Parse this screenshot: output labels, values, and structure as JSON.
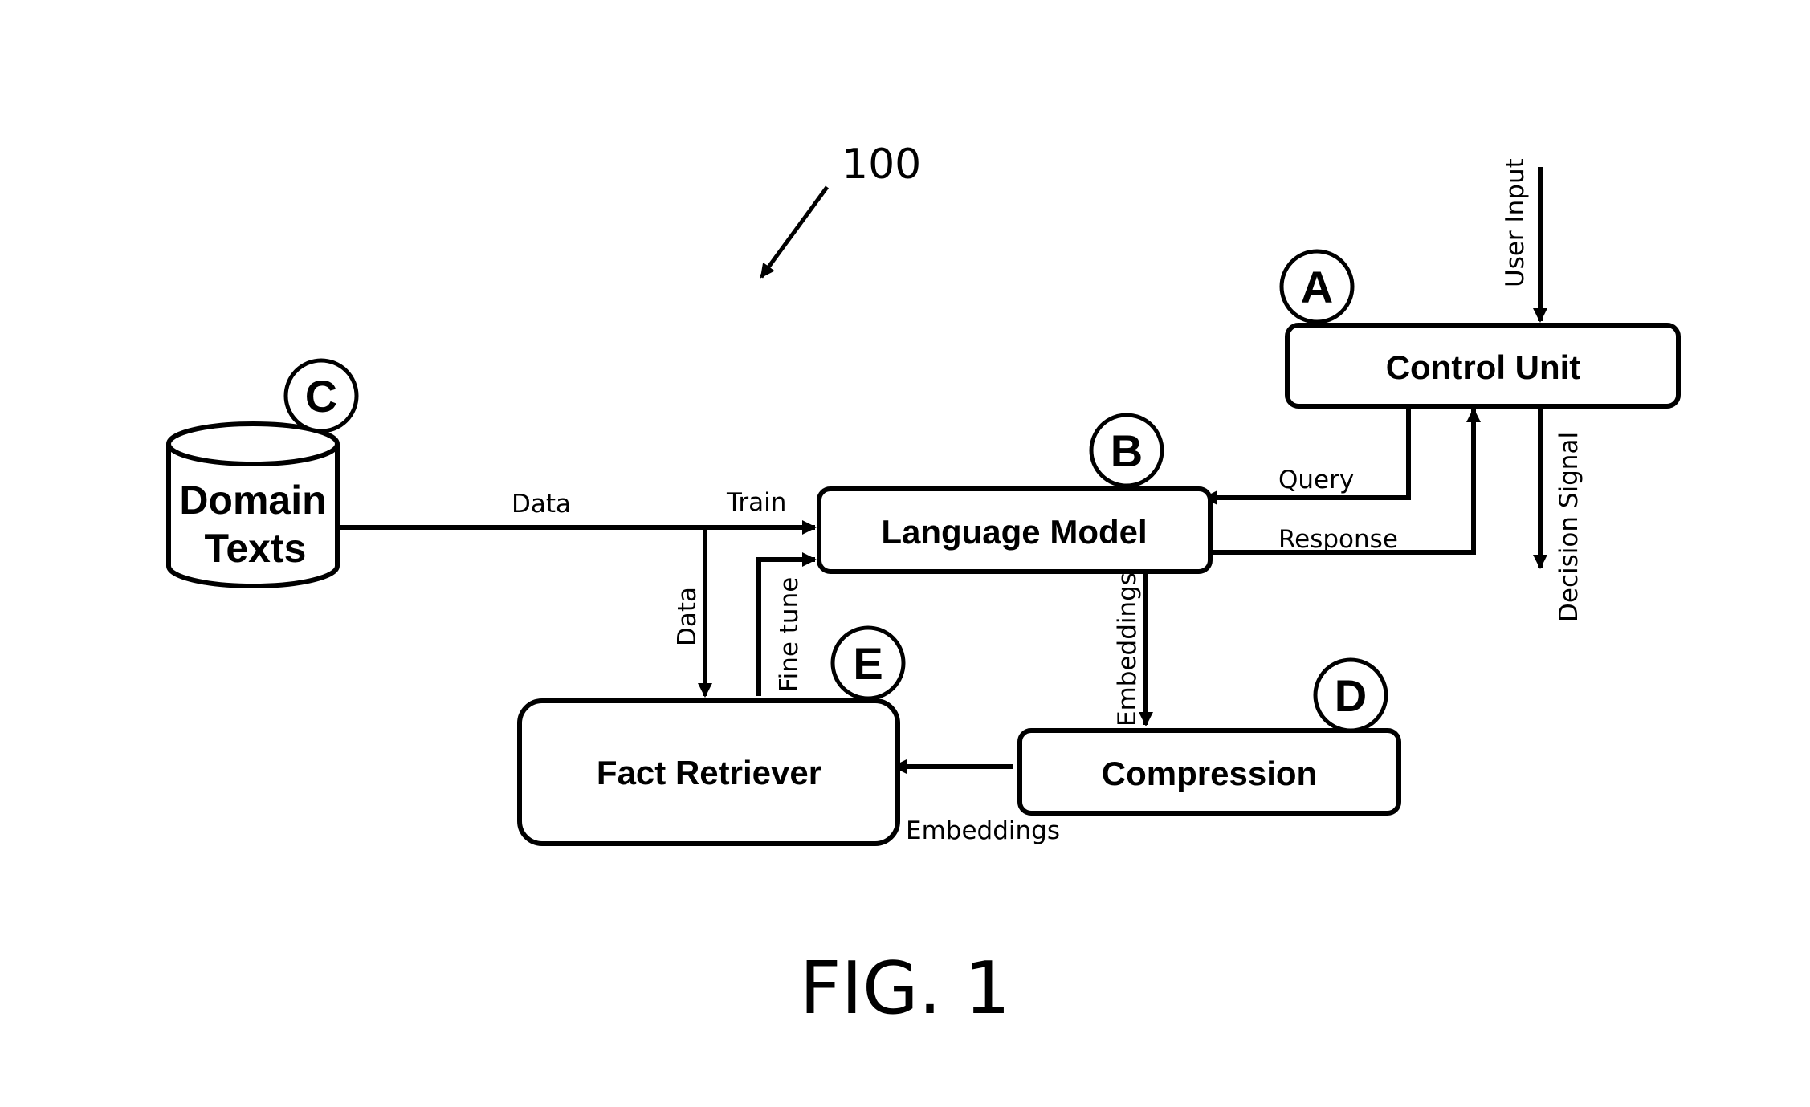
{
  "reference_numeral": "100",
  "figure_caption": "FIG. 1",
  "nodes": {
    "control_unit": {
      "label": "Control Unit",
      "marker": "A"
    },
    "language_model": {
      "label": "Language Model",
      "marker": "B"
    },
    "domain_texts": {
      "label_line1": "Domain",
      "label_line2": "Texts",
      "marker": "C"
    },
    "compression": {
      "label": "Compression",
      "marker": "D"
    },
    "fact_retriever": {
      "label": "Fact Retriever",
      "marker": "E"
    }
  },
  "edges": {
    "user_input": "User Input",
    "decision_signal": "Decision Signal",
    "query": "Query",
    "response": "Response",
    "data_top": "Data",
    "train": "Train",
    "data_down": "Data",
    "fine_tune": "Fine tune",
    "embeddings_down": "Embeddings",
    "embeddings_left": "Embeddings"
  }
}
